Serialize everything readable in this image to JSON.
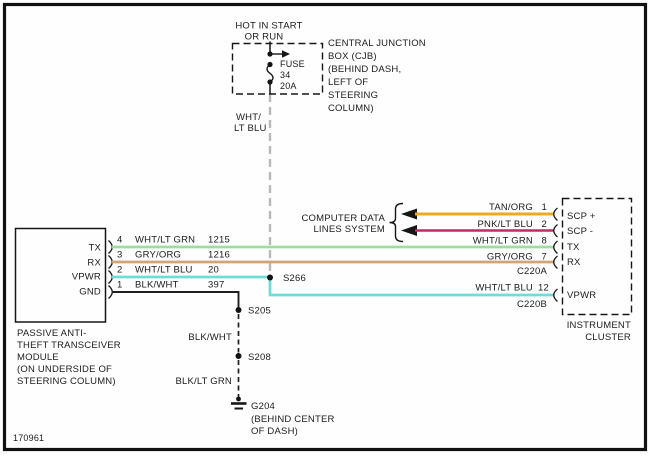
{
  "figure_number": "170961",
  "power": {
    "line1": "HOT IN START",
    "line2": "OR RUN"
  },
  "cjb": {
    "fuse": {
      "label": "FUSE",
      "number": "34",
      "amps": "20A"
    },
    "label_lines": [
      "CENTRAL JUNCTION",
      "BOX (CJB)",
      "(BEHIND DASH,",
      "LEFT OF",
      "STEERING",
      "COLUMN)"
    ],
    "output_wire_line1": "WHT/",
    "output_wire_line2": "LT BLU"
  },
  "module": {
    "label_lines": [
      "PASSIVE ANTI-",
      "THEFT TRANSCEIVER",
      "MODULE",
      "(ON UNDERSIDE OF",
      "STEERING COLUMN)"
    ],
    "pins": [
      {
        "pin": "4",
        "name": "TX",
        "wire": "WHT/LT GRN",
        "circuit": "1215"
      },
      {
        "pin": "3",
        "name": "RX",
        "wire": "GRY/ORG",
        "circuit": "1216"
      },
      {
        "pin": "2",
        "name": "VPWR",
        "wire": "WHT/LT BLU",
        "circuit": "20"
      },
      {
        "pin": "1",
        "name": "GND",
        "wire": "BLK/WHT",
        "circuit": "397"
      }
    ]
  },
  "splices": {
    "s266": "S266",
    "s205": "S205",
    "s208": "S208"
  },
  "ground_path": {
    "upper_wire": "BLK/WHT",
    "lower_wire": "BLK/LT GRN"
  },
  "ground": {
    "id": "G204",
    "location_lines": [
      "(BEHIND CENTER",
      "OF DASH)"
    ]
  },
  "data_lines": {
    "line1": "COMPUTER DATA",
    "line2": "LINES SYSTEM"
  },
  "cluster": {
    "label_lines": [
      "INSTRUMENT",
      "CLUSTER"
    ],
    "connector_a": "C220A",
    "connector_b": "C220B",
    "pins": [
      {
        "pin": "1",
        "name": "SCP +",
        "wire": "TAN/ORG"
      },
      {
        "pin": "2",
        "name": "SCP -",
        "wire": "PNK/LT BLU"
      },
      {
        "pin": "8",
        "name": "TX",
        "wire": "WHT/LT GRN"
      },
      {
        "pin": "7",
        "name": "RX",
        "wire": "GRY/ORG"
      },
      {
        "pin": "12",
        "name": "VPWR",
        "wire": "WHT/LT BLU"
      }
    ]
  },
  "colors": {
    "wht_lt_grn": "#9edd9e",
    "gry_org": "#cfa477",
    "wht_lt_blu": "#6fdcd6",
    "tan_org": "#edaa1e",
    "pnk_lt_blu": "#c02a66",
    "blk_wht": "#1f1f1f",
    "feed_dashed": "#b9b9b9"
  }
}
